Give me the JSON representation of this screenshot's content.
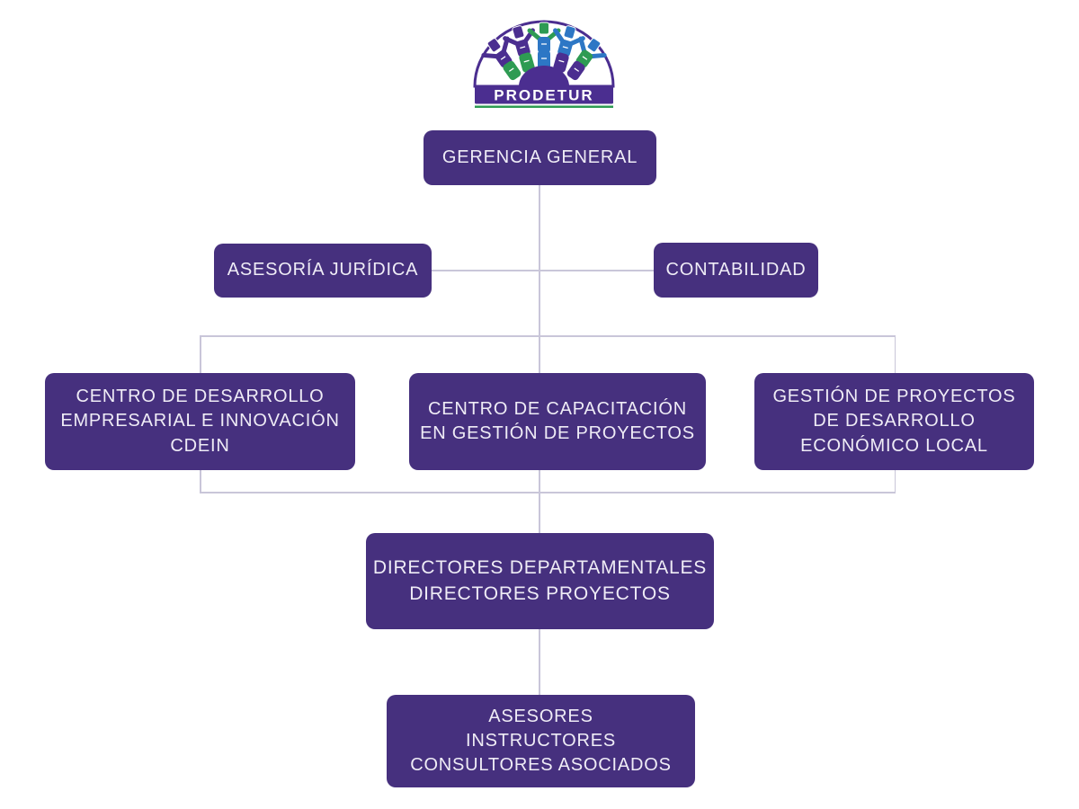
{
  "colors": {
    "box_bg": "#46307e",
    "box_text": "#efecf6",
    "connector": "#c9c6d9",
    "logo_purple": "#4b2e90",
    "logo_green": "#2e9b53",
    "logo_blue": "#2d77c5",
    "background": "#ffffff"
  },
  "logo": {
    "wordmark": "PRODETUR"
  },
  "chart": {
    "type": "org-chart",
    "nodes": {
      "gerencia": {
        "lines": [
          "GERENCIA GENERAL"
        ]
      },
      "asesoria": {
        "lines": [
          "ASESORÍA JURÍDICA"
        ]
      },
      "contabilidad": {
        "lines": [
          "CONTABILIDAD"
        ]
      },
      "cdein": {
        "lines": [
          "CENTRO DE DESARROLLO",
          "EMPRESARIAL E INNOVACIÓN",
          "CDEIN"
        ]
      },
      "capacitacion": {
        "lines": [
          "CENTRO DE CAPACITACIÓN",
          "EN GESTIÓN DE PROYECTOS"
        ]
      },
      "gestion": {
        "lines": [
          "GESTIÓN DE PROYECTOS",
          "DE DESARROLLO",
          "ECONÓMICO LOCAL"
        ]
      },
      "directores": {
        "lines": [
          "DIRECTORES DEPARTAMENTALES",
          "DIRECTORES PROYECTOS"
        ]
      },
      "asesores": {
        "lines": [
          "ASESORES",
          "INSTRUCTORES",
          "CONSULTORES ASOCIADOS"
        ]
      }
    },
    "edges": [
      "gerencia -> asesoria",
      "gerencia -> contabilidad",
      "gerencia -> cdein",
      "gerencia -> capacitacion",
      "gerencia -> gestion",
      "cdein+capacitacion+gestion -> directores",
      "directores -> asesores"
    ]
  }
}
